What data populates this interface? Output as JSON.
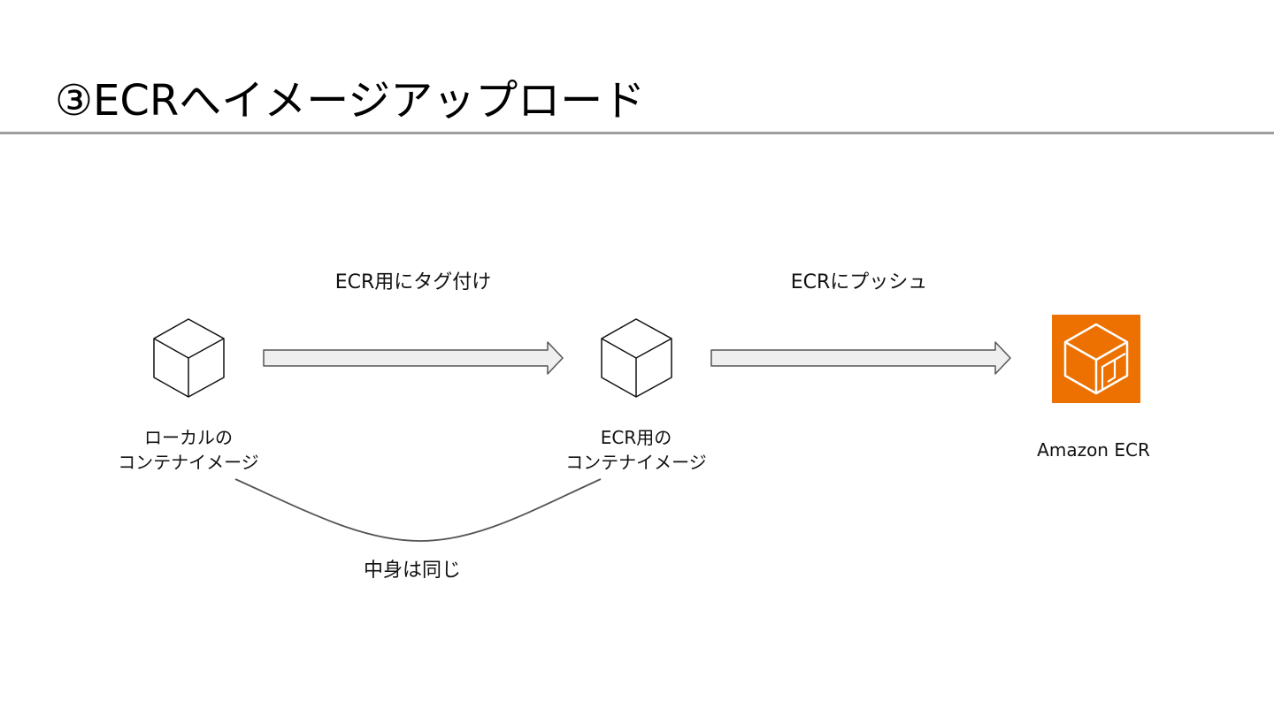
{
  "title": "③ECRへイメージアップロード",
  "steps": [
    {
      "label": "ECR用にタグ付け"
    },
    {
      "label": "ECRにプッシュ"
    }
  ],
  "nodes": [
    {
      "icon": "container-image-icon",
      "caption_lines": [
        "ローカルの",
        "コンテナイメージ"
      ]
    },
    {
      "icon": "container-image-icon",
      "caption_lines": [
        "ECR用の",
        "コンテナイメージ"
      ]
    },
    {
      "icon": "amazon-ecr-icon",
      "caption_lines": [
        "Amazon ECR"
      ]
    }
  ],
  "relation": {
    "label": "中身は同じ"
  },
  "colors": {
    "ecr_orange": "#ED7100",
    "arrow_fill": "#EFEFEF",
    "rule": "#9E9E9E"
  }
}
